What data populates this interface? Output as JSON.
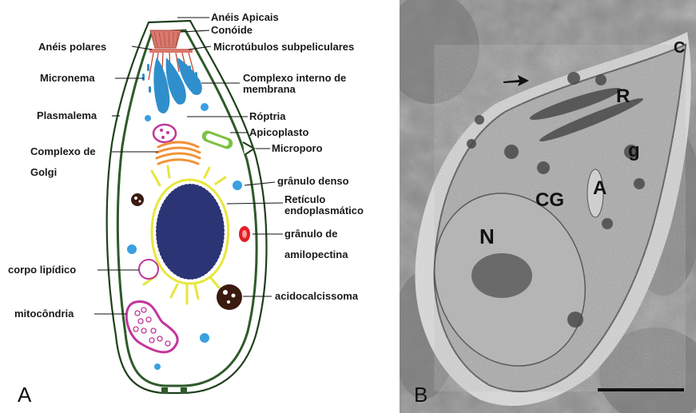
{
  "panel_a": {
    "letter": "A",
    "labels": {
      "aneis_apicais": "Anéis Apicais",
      "conoide": "Conóide",
      "aneis_polares": "Anéis polares",
      "microtubulos": "Microtúbulos subpeliculares",
      "micronema": "Micronema",
      "complexo_interno_1": "Complexo interno de",
      "complexo_interno_2": "membrana",
      "plasmalema": "Plasmalema",
      "roptria": "Róptria",
      "apicoplasto": "Apicoplasto",
      "golgi_1": "Complexo de",
      "golgi_2": "Golgi",
      "microporo": "Microporo",
      "granulo_denso": "grânulo denso",
      "reticulo_1": "Retículo",
      "reticulo_2": "endoplasmático",
      "amilopectina_1": "grânulo de",
      "amilopectina_2": "amilopectina",
      "corpo_lipidico": "corpo lipídico",
      "acidocalcissoma": "acidocalcissoma",
      "mitocondria": "mitocôndria"
    }
  },
  "panel_b": {
    "letter": "B",
    "labels": {
      "c": "C",
      "r": "R",
      "g": "g",
      "a": "A",
      "cg": "CG",
      "n": "N"
    }
  },
  "colors": {
    "pellicle": "#2f5a2a",
    "conoid": "#d9786c",
    "rhoptry": "#2f8fcc",
    "golgi": "#f2923a",
    "apicoplast": "#7cc242",
    "nucleus": "#2b3474",
    "er": "#e8e63c",
    "amylopectin": "#e31e24",
    "mitochondria": "#c1379b",
    "dense_granule": "#3aa0e0",
    "acidocalcisome": "#3b1a0f",
    "em_background": "#9a9a9a"
  }
}
